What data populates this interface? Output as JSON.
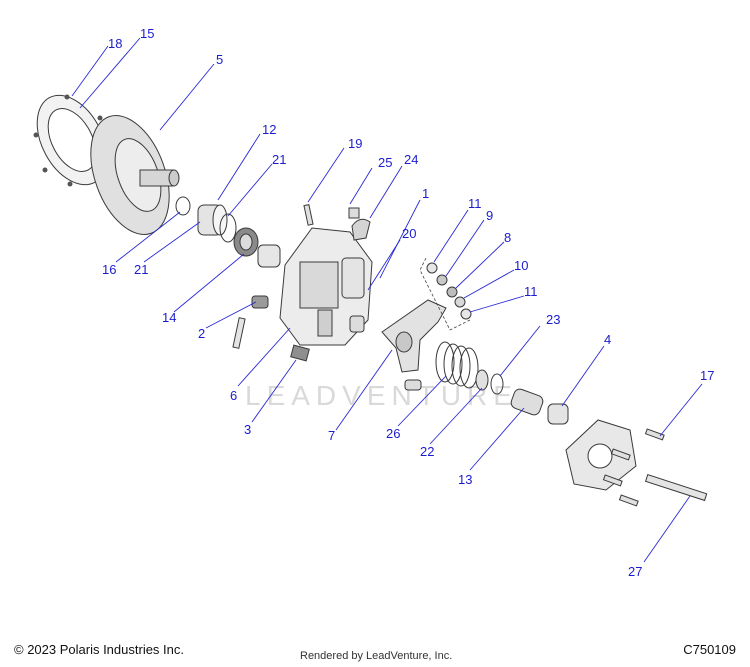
{
  "footer": {
    "copyright": "© 2023 Polaris Industries Inc.",
    "rendered_by": "Rendered by LeadVenture, Inc.",
    "figure_code": "C750109"
  },
  "watermark": {
    "text": "LEADVENTURE"
  },
  "callouts": [
    "18",
    "15",
    "5",
    "12",
    "21",
    "19",
    "25",
    "24",
    "1",
    "11",
    "9",
    "8",
    "10",
    "11",
    "20",
    "16",
    "21",
    "14",
    "2",
    "23",
    "4",
    "17",
    "6",
    "3",
    "7",
    "26",
    "22",
    "13",
    "27"
  ],
  "colors": {
    "callout_text": "#1c1ccf",
    "leader_line": "#2a2ad6",
    "part_fill": "#e6e6e6",
    "part_stroke": "#3a3a3a"
  }
}
